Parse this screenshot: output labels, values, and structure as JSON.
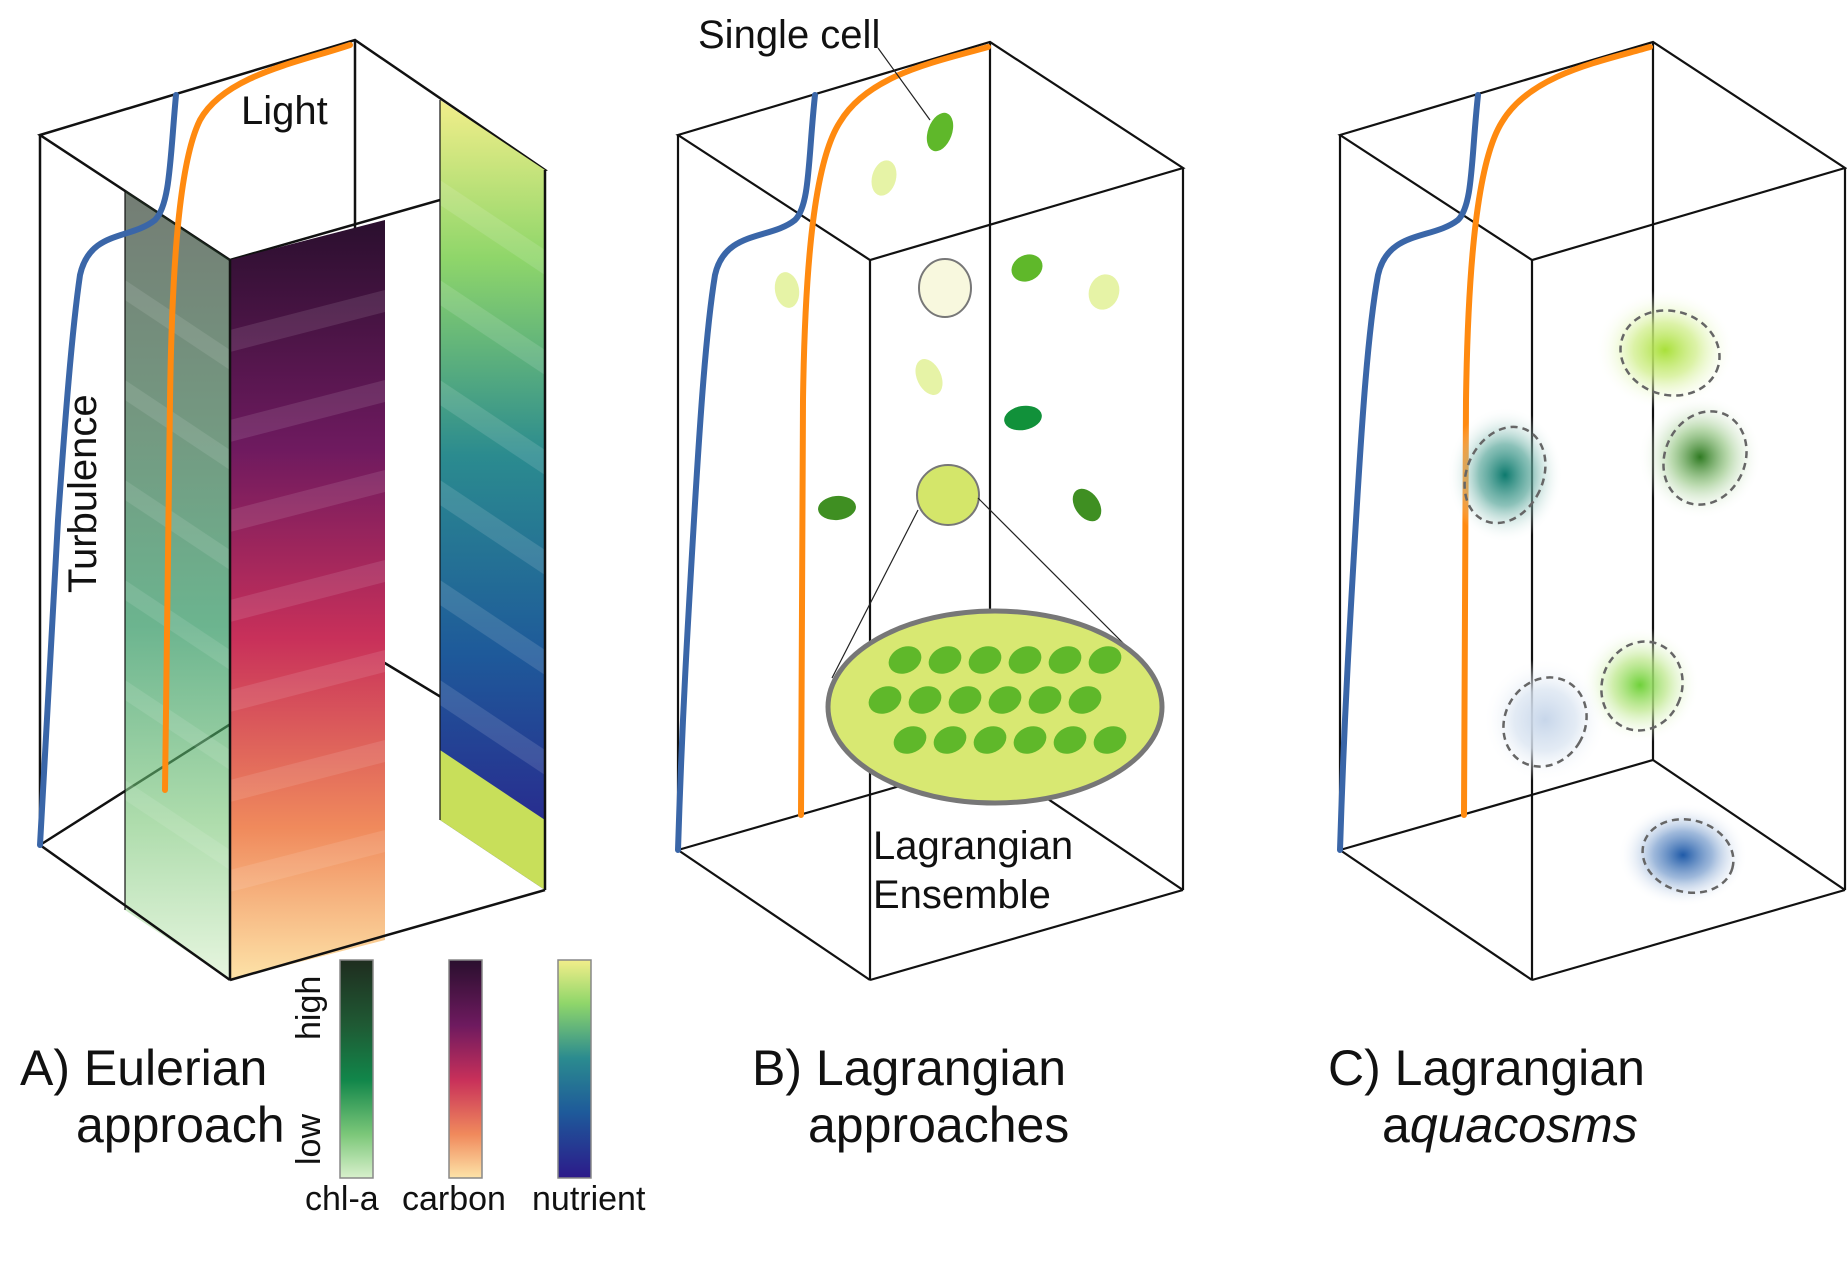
{
  "panels": {
    "eulerian": {
      "title_line1": "A) Eulerian",
      "title_line2": "approach",
      "light_label": "Light",
      "turbulence_label": "Turbulence"
    },
    "lagrangian": {
      "title_line1": "B) Lagrangian",
      "title_line2": "approaches",
      "single_cell_label": "Single cell",
      "ensemble_line1": "Lagrangian",
      "ensemble_line2": "Ensemble"
    },
    "aquacosms": {
      "title_line1": "C) Lagrangian",
      "title_line2_prefix": "a",
      "title_line2_italic": "quacosms"
    }
  },
  "colorbars": {
    "high_label": "high",
    "low_label": "low",
    "names": [
      "chl-a",
      "carbon",
      "nutrient"
    ]
  },
  "colors": {
    "light_curve": "#ff8a10",
    "turbulence_curve": "#3a66a8",
    "box_line": "#111111",
    "cell_light": "#e4f2a6",
    "cell_mid": "#5fb82a",
    "cell_dark": "#2e8b2e",
    "ensemble_fill": "#d8e872"
  }
}
